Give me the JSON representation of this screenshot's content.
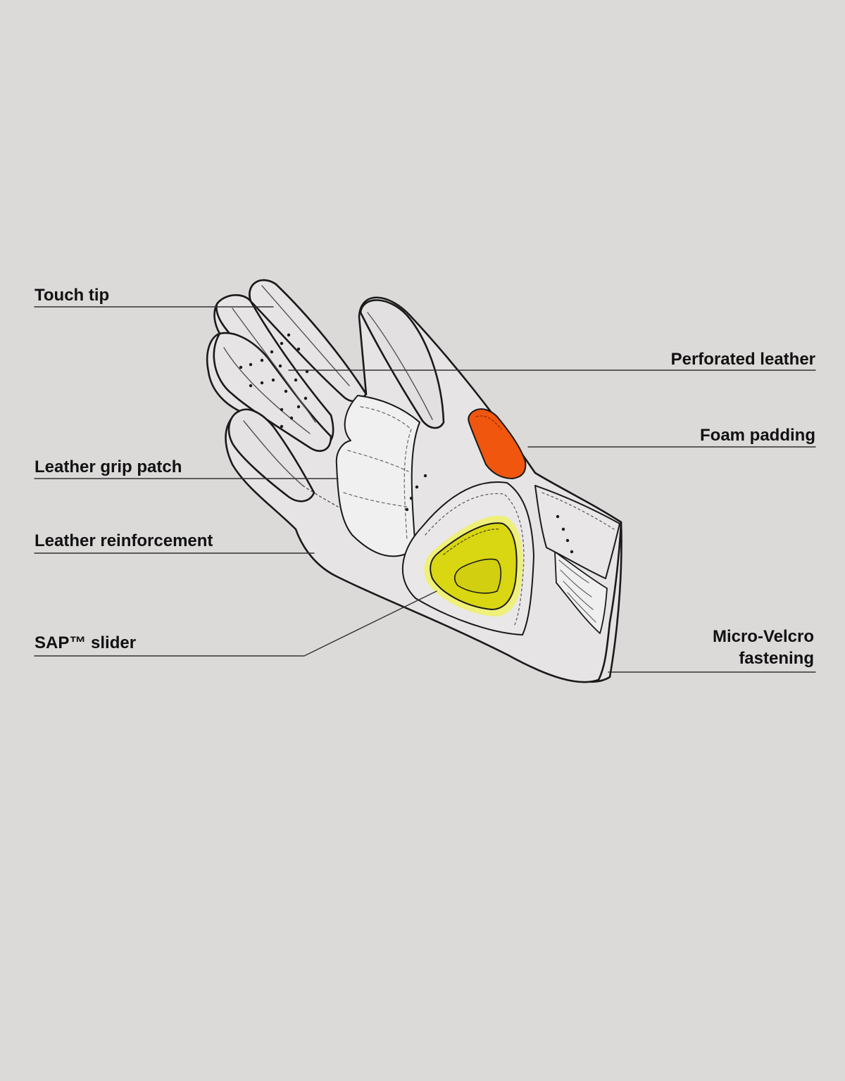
{
  "colors": {
    "background": "#dcd9d9",
    "outline": "#1a1a1a",
    "glove_fill": "#e6e4e4",
    "patch_fill": "#f1f0f0",
    "foam_padding": "#f0560e",
    "slider_fill": "#d9d612",
    "slider_glow": "#eef07a",
    "text": "#111111"
  },
  "labels": {
    "touch_tip": "Touch tip",
    "perforated_leather": "Perforated leather",
    "foam_padding": "Foam padding",
    "leather_grip_patch": "Leather grip patch",
    "leather_reinforcement": "Leather reinforcement",
    "sap_slider": "SAP™ slider",
    "micro_velcro_line1": "Micro-Velcro",
    "micro_velcro_line2": "fastening"
  }
}
